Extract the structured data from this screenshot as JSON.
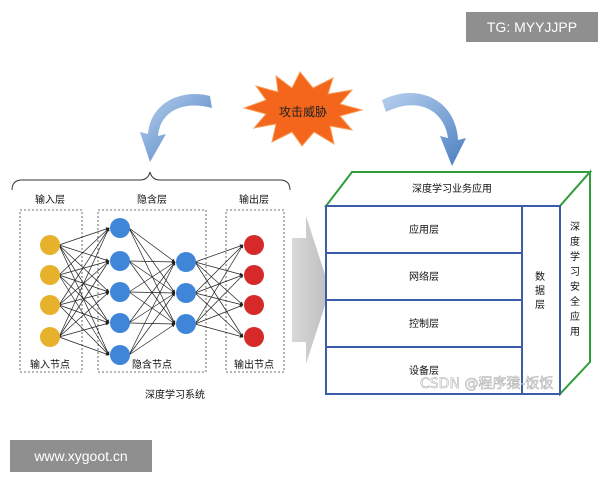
{
  "threat_label": "攻击威胁",
  "nn": {
    "input_header": "输入层",
    "hidden_header": "隐含层",
    "output_header": "输出层",
    "input_nodes_label": "输入节点",
    "hidden_nodes_label": "隐含节点",
    "output_nodes_label": "输出节点",
    "system_label": "深度学习系统",
    "colors": {
      "input": "#e8b12c",
      "hidden": "#3f86d8",
      "output": "#d62a2a"
    }
  },
  "stack": {
    "top_title": "深度学习业务应用",
    "layers": [
      "应用层",
      "网络层",
      "控制层",
      "设备层"
    ],
    "data_layer": "数据层",
    "security_app": "深度学习安全应用",
    "colors": {
      "border": "#2f9e3a",
      "side": "#3b5ca8"
    }
  },
  "watermarks": {
    "top_right": "TG: MYYJJPP",
    "bottom_left": "www.xygoot.cn",
    "csdn": "CSDN @程序猿-饭饭"
  }
}
